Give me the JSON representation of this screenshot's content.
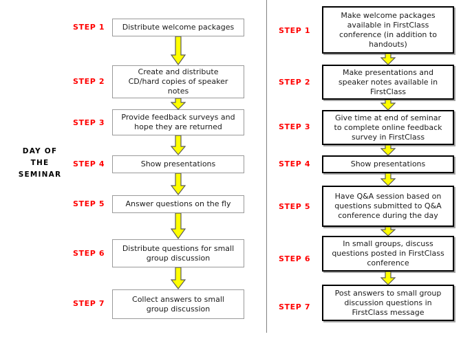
{
  "page": {
    "title": "Day of the Seminar process comparison flowchart",
    "background": "#ffffff",
    "divider_color": "#808080"
  },
  "colors": {
    "step_label": "#FF0000",
    "arrow_fill": "#FFFF00",
    "arrow_outline": "#595959",
    "box_text": "#1a1a1a",
    "left_box_border": "#999999",
    "right_box_border": "#000000",
    "right_box_shadow": "#a6a6a6"
  },
  "side_caption": {
    "line1": "DAY OF",
    "line2": "THE",
    "line3": "SEMINAR"
  },
  "left_flow": {
    "name": "traditional-seminar-process",
    "steps": [
      {
        "label": "STEP 1",
        "text": "Distribute welcome packages"
      },
      {
        "label": "STEP 2",
        "text": "Create and distribute\nCD/hard copies of speaker\nnotes"
      },
      {
        "label": "STEP 3",
        "text": "Provide feedback surveys and\nhope they are returned"
      },
      {
        "label": "STEP 4",
        "text": "Show presentations"
      },
      {
        "label": "STEP 5",
        "text": "Answer questions on the fly"
      },
      {
        "label": "STEP 6",
        "text": "Distribute questions for small\ngroup discussion"
      },
      {
        "label": "STEP 7",
        "text": "Collect answers to small\ngroup discussion"
      }
    ]
  },
  "right_flow": {
    "name": "firstclass-seminar-process",
    "steps": [
      {
        "label": "STEP 1",
        "text": "Make welcome packages\navailable in FirstClass\nconference (in addition to\nhandouts)"
      },
      {
        "label": "STEP 2",
        "text": "Make presentations and\nspeaker notes available in\nFirstClass"
      },
      {
        "label": "STEP 3",
        "text": "Give time at end of seminar\nto complete online feedback\nsurvey in FirstClass"
      },
      {
        "label": "STEP 4",
        "text": "Show presentations"
      },
      {
        "label": "STEP 5",
        "text": "Have Q&A session based on\nquestions submitted to Q&A\nconference during the day"
      },
      {
        "label": "STEP 6",
        "text": "In small groups, discuss\nquestions posted in FirstClass\nconference"
      },
      {
        "label": "STEP 7",
        "text": "Post answers to small group\ndiscussion questions in\nFirstClass message"
      }
    ]
  }
}
